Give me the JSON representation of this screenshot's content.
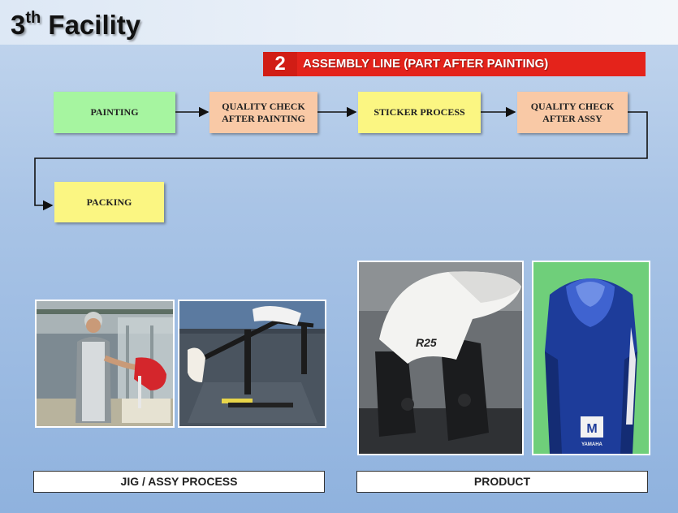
{
  "page": {
    "title_main": "3",
    "title_sup": "th",
    "title_rest": " Facility"
  },
  "section": {
    "number": "2",
    "label": "ASSEMBLY  LINE (PART AFTER PAINTING)"
  },
  "flow": {
    "steps": [
      {
        "line1": "PAINTING",
        "line2": "",
        "color": "#a6f5a0"
      },
      {
        "line1": "QUALITY CHECK",
        "line2": "AFTER PAINTING",
        "color": "#f9c9a6"
      },
      {
        "line1": "STICKER PROCESS",
        "line2": "",
        "color": "#fbf682"
      },
      {
        "line1": "QUALITY CHECK",
        "line2": "AFTER ASSY",
        "color": "#f9c9a6"
      },
      {
        "line1": "PACKING",
        "line2": "",
        "color": "#fbf682"
      }
    ]
  },
  "captions": {
    "jig": "JIG / ASSY PROCESS",
    "product": "PRODUCT"
  },
  "colors": {
    "section_bar": "#e4231b",
    "arrow": "#111111"
  },
  "photos": {
    "operator": "worker-at-jig-photo",
    "jig": "jig-fixture-photo",
    "white_fender": "white-fender-product-photo",
    "blue_fender": "blue-fender-product-photo",
    "blue_fender_badge": "YAMAHA"
  }
}
